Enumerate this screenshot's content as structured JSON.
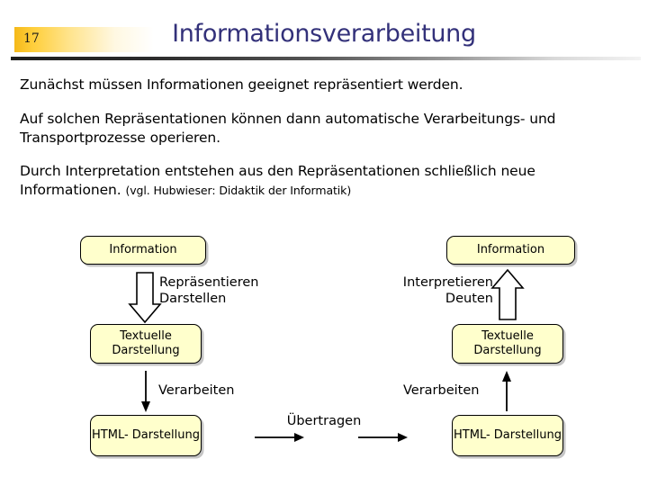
{
  "header": {
    "page_number": "17",
    "title": "Informationsverarbeitung",
    "title_color": "#33317a",
    "badge_color": "#ffcf3d"
  },
  "body": {
    "paragraph_1": "Zunächst müssen Informationen geeignet repräsentiert werden.",
    "paragraph_2": "Auf solchen Repräsentationen können dann automatische Verarbeitungs- und Transportprozesse operieren.",
    "paragraph_3_main": "Durch Interpretation entstehen aus den Repräsentationen schließlich neue Informationen.",
    "paragraph_3_citation": "(vgl. Hubwieser: Didaktik der Informatik)"
  },
  "diagram": {
    "node_fill": "#ffffcc",
    "node_border": "#000000",
    "nodes": [
      {
        "id": "info-left",
        "label": "Information"
      },
      {
        "id": "text-left",
        "label": "Textuelle\nDarstellung"
      },
      {
        "id": "html-left",
        "label": "HTML-\nDarstellung"
      },
      {
        "id": "info-right",
        "label": "Information"
      },
      {
        "id": "text-right",
        "label": "Textuelle\nDarstellung"
      },
      {
        "id": "html-right",
        "label": "HTML-\nDarstellung"
      }
    ],
    "edges": [
      {
        "id": "repraesentieren",
        "label": "Repräsentieren\nDarstellen",
        "direction": "down",
        "style": "block-arrow",
        "from": "info-left",
        "to": "text-left"
      },
      {
        "id": "interpretieren",
        "label": "Interpretieren\nDeuten",
        "direction": "up",
        "style": "block-arrow",
        "from": "text-right",
        "to": "info-right"
      },
      {
        "id": "verarbeiten-left",
        "label": "Verarbeiten",
        "direction": "down",
        "style": "line-arrow",
        "from": "text-left",
        "to": "html-left"
      },
      {
        "id": "verarbeiten-right",
        "label": "Verarbeiten",
        "direction": "up",
        "style": "line-arrow",
        "from": "html-right",
        "to": "text-right"
      },
      {
        "id": "uebertragen",
        "label": "Übertragen",
        "direction": "right",
        "style": "line-arrow-double",
        "from": "html-left",
        "to": "html-right"
      }
    ]
  }
}
